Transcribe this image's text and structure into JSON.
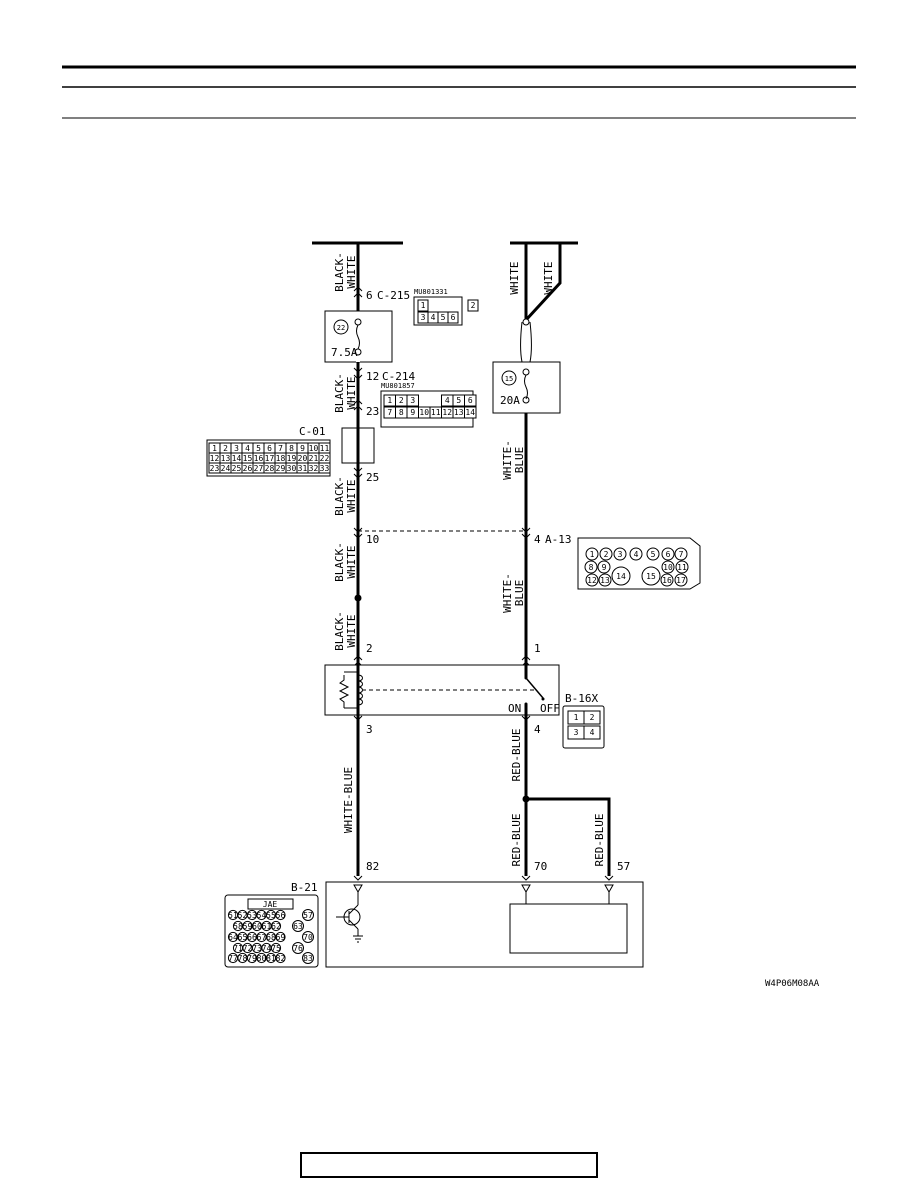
{
  "drawing_code": "W4P06M08AA",
  "wire_colors": {
    "black_white": "BLACK-\nWHITE",
    "white": "WHITE",
    "white_blue": "WHITE-\nBLUE",
    "white_blue_inline": "WHITE-BLUE",
    "red_blue": "RED-BLUE"
  },
  "connectors": {
    "c215": {
      "name": "C-215",
      "part_no": "MU801331",
      "pin_top": "6",
      "cavities": [
        "1",
        "2",
        "3",
        "4",
        "5",
        "6"
      ]
    },
    "c214": {
      "name": "C-214",
      "part_no": "MU801857",
      "pin_top": "12",
      "pin_bottom": "23",
      "cavities": [
        "1",
        "2",
        "3",
        "4",
        "5",
        "6",
        "7",
        "8",
        "9",
        "10",
        "11",
        "12",
        "13",
        "14"
      ]
    },
    "c01": {
      "name": "C-01",
      "pin": "25",
      "cavities": [
        "1",
        "2",
        "3",
        "4",
        "5",
        "6",
        "7",
        "8",
        "9",
        "10",
        "11",
        "12",
        "13",
        "14",
        "15",
        "16",
        "17",
        "18",
        "19",
        "20",
        "21",
        "22",
        "23",
        "24",
        "25",
        "26",
        "27",
        "28",
        "29",
        "30",
        "31",
        "32",
        "33"
      ]
    },
    "a13": {
      "name": "A-13",
      "pin_left": "10",
      "pin_right": "4",
      "cavities": [
        "1",
        "2",
        "3",
        "4",
        "5",
        "6",
        "7",
        "8",
        "9",
        "10",
        "11",
        "12",
        "13",
        "14",
        "15",
        "16",
        "17"
      ]
    },
    "b16x": {
      "name": "B-16X",
      "pins": [
        "2",
        "1",
        "3",
        "4"
      ],
      "cavities": [
        "1",
        "2",
        "3",
        "4"
      ]
    },
    "b21": {
      "name": "B-21",
      "housing": "JAE",
      "pins": [
        "82",
        "70",
        "57"
      ],
      "cavities": [
        "51",
        "52",
        "53",
        "54",
        "55",
        "56",
        "57",
        "58",
        "59",
        "60",
        "61",
        "62",
        "63",
        "64",
        "65",
        "66",
        "67",
        "68",
        "69",
        "70",
        "71",
        "72",
        "73",
        "74",
        "75",
        "76",
        "77",
        "78",
        "79",
        "80",
        "81",
        "82",
        "83"
      ]
    }
  },
  "fuses": [
    {
      "number": "22",
      "rating": "7.5A"
    },
    {
      "number": "15",
      "rating": "20A"
    }
  ],
  "relay_switch": {
    "on_label": "ON",
    "off_label": "OFF"
  }
}
